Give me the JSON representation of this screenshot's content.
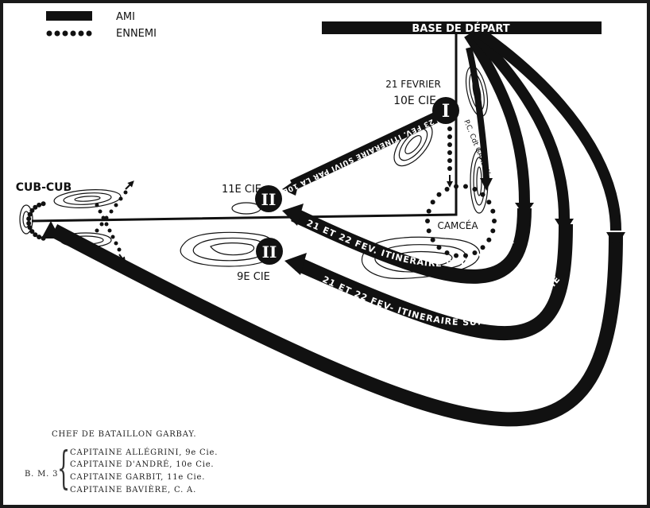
{
  "legend": {
    "ami": "AMI",
    "ennemi": "ENNEMI"
  },
  "labels": {
    "base": "BASE DE DÉPART",
    "cubcub": "CUB-CUB",
    "camcea": "CAMCÉA",
    "date_10": "21 FEVRIER",
    "co_10": "10E CIE",
    "co_11": "11E CIE",
    "co_9": "9E CIE",
    "marker_i": "I",
    "marker_ii_a": "II",
    "marker_ii_b": "II",
    "pc_garbay": "P.C. Cdt GARBAY"
  },
  "routes": {
    "r_23fev_10": "23 FEV. ITINERAIRE SUIVI PAR LA 10E CIE",
    "r_2122_11": "21 ET 22 FEV. ITINERAIRE SUIVI PAR LA 11E CIE",
    "r_2122_9": "21 ET 22 FEV-   ITINERAIRE SUIVI PAR LA 9E CIE",
    "r_23fev_brenn": "23 FEVRIER    ITINERAIRE SUIVI PAR LES 18 BRENN-CARRIERS DU ROYAL SUSSEX"
  },
  "footer": {
    "chef": "CHEF DE BATAILLON GARBAY.",
    "bm": "B. M. 3",
    "lines": [
      "CAPITAINE ALLÉGRINI, 9e Cie.",
      "CAPITAINE D'ANDRÉ, 10e Cie.",
      "CAPITAINE GARBIT, 11e Cie.",
      "CAPITAINE BAVIÈRE, C. A."
    ]
  },
  "colors": {
    "ink": "#111111",
    "paper": "#ffffff",
    "frame": "#1a1a1a"
  }
}
